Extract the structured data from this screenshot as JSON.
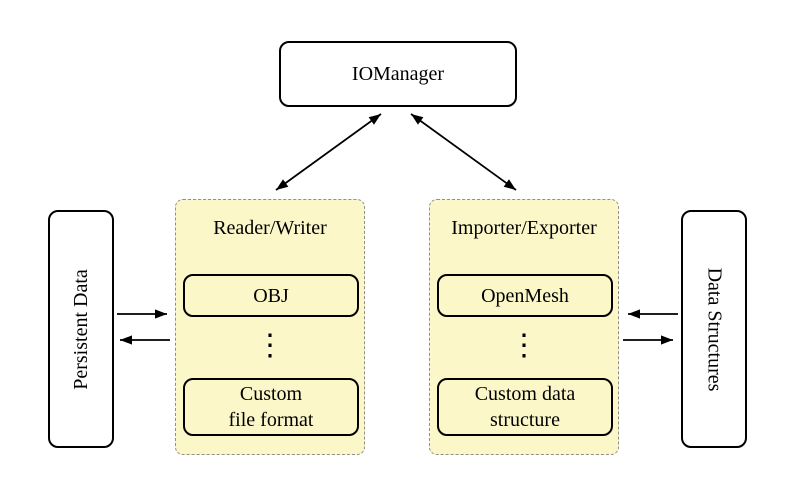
{
  "colors": {
    "background": "#ffffff",
    "group_fill": "#fbf7c8",
    "group_border": "#8f8f8f",
    "node_fill": "#ffffff",
    "line_color": "#000000"
  },
  "nodes": {
    "io_manager_label": "IOManager",
    "persistent_data_label": "Persistent Data",
    "data_structures_label": "Data Structures"
  },
  "reader_writer": {
    "title": "Reader/Writer",
    "item_top": "OBJ",
    "ellipsis": "⋮",
    "item_bottom_line1": "Custom",
    "item_bottom_line2": "file format"
  },
  "importer_exporter": {
    "title": "Importer/Exporter",
    "item_top": "OpenMesh",
    "ellipsis": "⋮",
    "item_bottom_line1": "Custom data",
    "item_bottom_line2": "structure"
  }
}
